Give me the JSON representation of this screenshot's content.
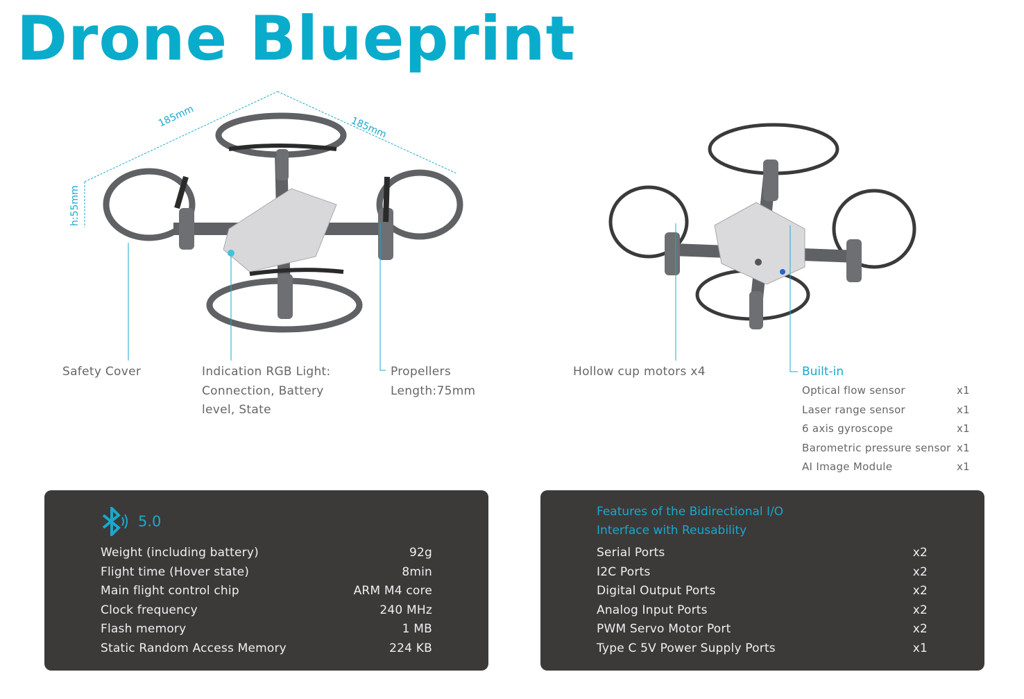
{
  "title": "Drone Blueprint",
  "dimensions": {
    "width_left": "185mm",
    "width_right": "185mm",
    "height": "h:55mm"
  },
  "callouts": {
    "safety_cover": "Safety Cover",
    "rgb_light": [
      "Indication RGB Light:",
      "Connection, Battery",
      "level, State"
    ],
    "propellers": [
      "Propellers",
      "Length:75mm"
    ],
    "motors": "Hollow cup motors x4"
  },
  "built_in": {
    "heading": "Built-in",
    "items": [
      {
        "name": "Optical flow sensor",
        "qty": "x1"
      },
      {
        "name": "Laser range sensor",
        "qty": "x1"
      },
      {
        "name": "6 axis gyroscope",
        "qty": "x1"
      },
      {
        "name": "Barometric pressure sensor",
        "qty": "x1"
      },
      {
        "name": "AI Image Module",
        "qty": "x1"
      }
    ]
  },
  "specs": {
    "bluetooth_version": "5.0",
    "rows": [
      {
        "label": "Weight (including battery)",
        "value": "92g"
      },
      {
        "label": "Flight time (Hover state)",
        "value": "8min"
      },
      {
        "label": "Main flight control chip",
        "value": "ARM M4 core"
      },
      {
        "label": "Clock frequency",
        "value": "240 MHz"
      },
      {
        "label": "Flash memory",
        "value": "1 MB"
      },
      {
        "label": "Static Random Access Memory",
        "value": "224 KB"
      }
    ]
  },
  "io": {
    "title": [
      "Features of the Bidirectional I/O",
      "Interface with Reusability"
    ],
    "rows": [
      {
        "label": "Serial Ports",
        "value": "x2"
      },
      {
        "label": "I2C Ports",
        "value": "x2"
      },
      {
        "label": "Digital Output Ports",
        "value": "x2"
      },
      {
        "label": "Analog Input Ports",
        "value": "x2"
      },
      {
        "label": "PWM Servo Motor Port",
        "value": "x2"
      },
      {
        "label": "Type C 5V Power Supply Ports",
        "value": "x1"
      }
    ]
  },
  "colors": {
    "accent": "#0aaccc",
    "panel": "#3c3939",
    "drone": "#6b6d70"
  }
}
